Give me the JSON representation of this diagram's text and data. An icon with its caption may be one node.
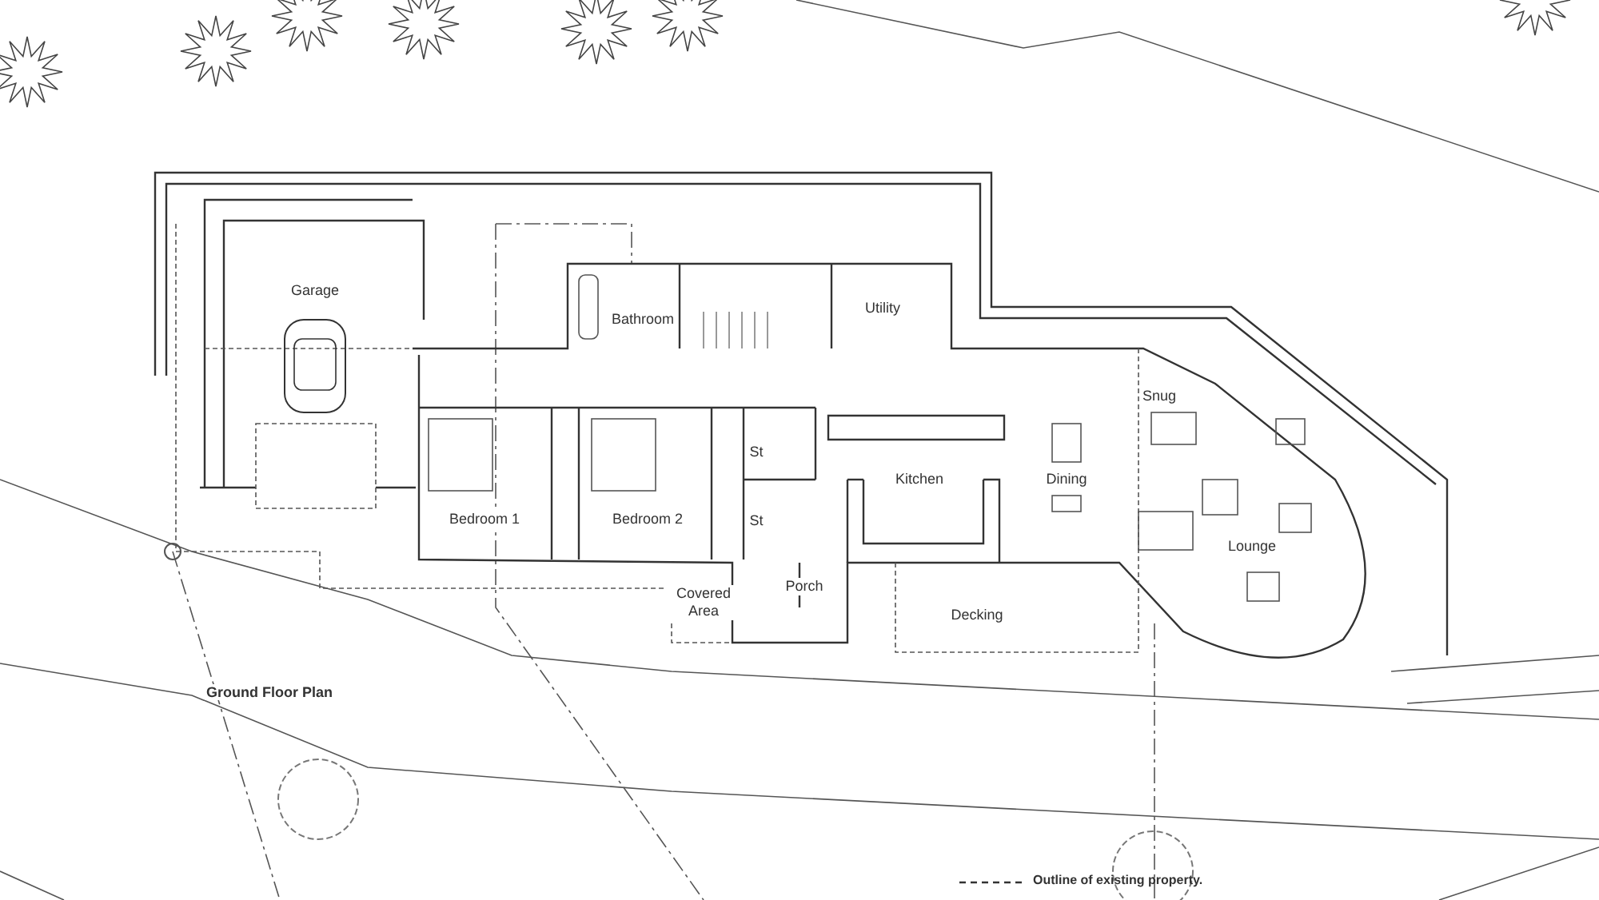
{
  "diagram": {
    "title": "Ground Floor Plan",
    "labels": [
      "Garage",
      "Bathroom",
      "Utility",
      "Snug",
      "St",
      "Kitchen",
      "Dining",
      "Bedroom 1",
      "Bedroom 2",
      "St",
      "Lounge",
      "Porch",
      "Covered Area",
      "Decking"
    ],
    "legend": [
      {
        "text": "Outline of existing property."
      }
    ]
  }
}
